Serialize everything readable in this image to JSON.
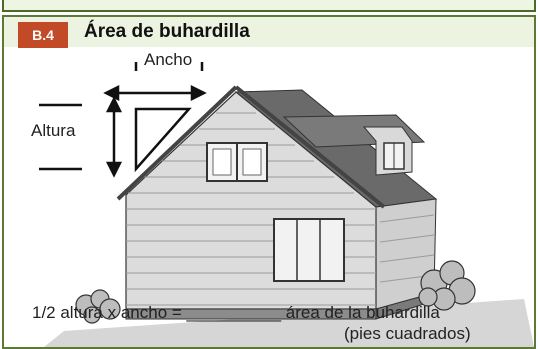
{
  "section": {
    "badge": "B.4",
    "title": "Área de buhardilla"
  },
  "diagram": {
    "width_label": "Ancho",
    "height_label": "Altura",
    "formula": "1/2 altura x ancho = __________ área de la buhardilla",
    "units": "(pies cuadrados)"
  },
  "colors": {
    "badge": "#c24a26",
    "header_bg": "#edf3e1",
    "border": "#5d7a34",
    "roof": "#6a6a6a",
    "siding": "#dcdcdc"
  }
}
